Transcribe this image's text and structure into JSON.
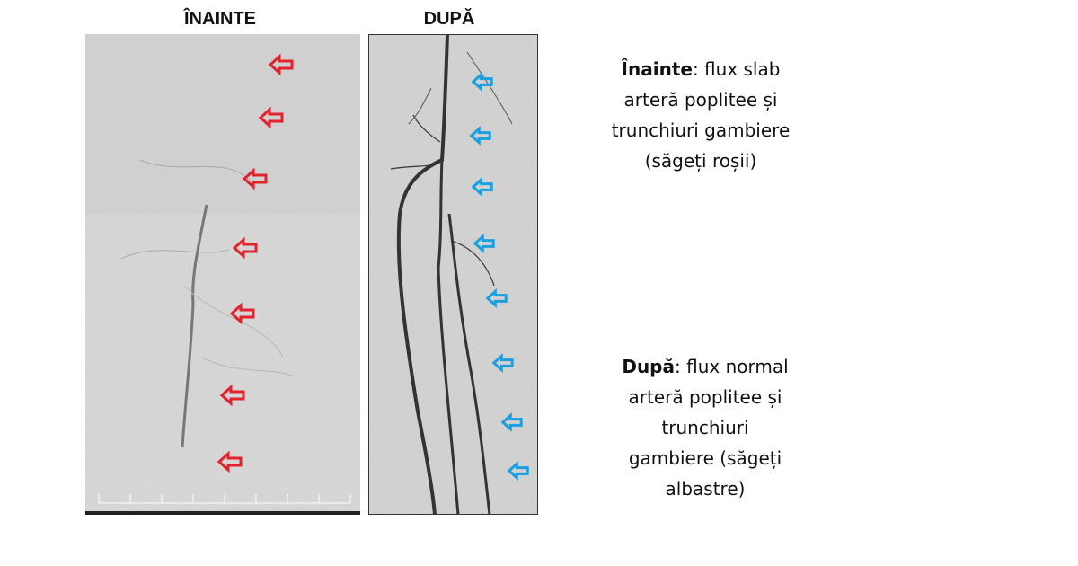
{
  "panels": {
    "before": {
      "title": "ÎNAINTE",
      "arrow_color": "#e3232b"
    },
    "after": {
      "title": "DUPĂ",
      "arrow_color": "#1aa0e0"
    }
  },
  "captions": {
    "before": {
      "bold": "Înainte",
      "lines": [
        ": flux slab",
        "arteră poplitee și",
        "trunchiuri gambiere",
        "(săgeți roșii)"
      ]
    },
    "after": {
      "bold": "După",
      "lines": [
        ": flux normal",
        "arteră poplitee și",
        "trunchiuri",
        "gambiere (săgeți",
        "albastre)"
      ]
    }
  }
}
